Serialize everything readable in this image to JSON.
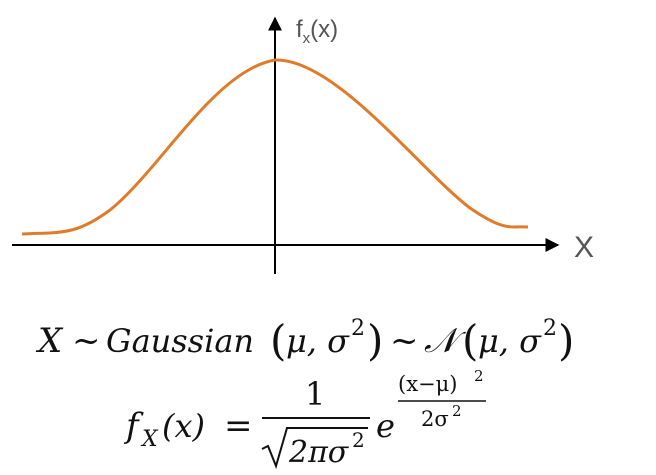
{
  "diagram": {
    "y_axis_label": {
      "main": "f",
      "subscript": "x",
      "suffix": "(x)"
    },
    "x_axis_label": "X",
    "curve_color": "#E07B2A",
    "axis_color": "#000000"
  },
  "equations": {
    "line1": {
      "var": "X",
      "tilde1": "~",
      "name": "Gaussian",
      "params1_open": "(",
      "params1_body": "μ, σ",
      "params1_exp": "2",
      "params1_close": ")",
      "tilde2": "~",
      "script_n": "𝒩",
      "params2_open": "(",
      "params2_body": "μ, σ",
      "params2_exp": "2",
      "params2_close": ")"
    },
    "line2": {
      "lhs_f": "f",
      "lhs_sub": "X",
      "lhs_arg": "(x)",
      "equals": "=",
      "numerator": "1",
      "denominator": "2πσ",
      "denominator_exp": "2",
      "base": "e",
      "exp_numerator": "(x−μ)",
      "exp_numerator_power": "2",
      "exp_denominator": "2σ",
      "exp_denominator_power": "2"
    }
  }
}
